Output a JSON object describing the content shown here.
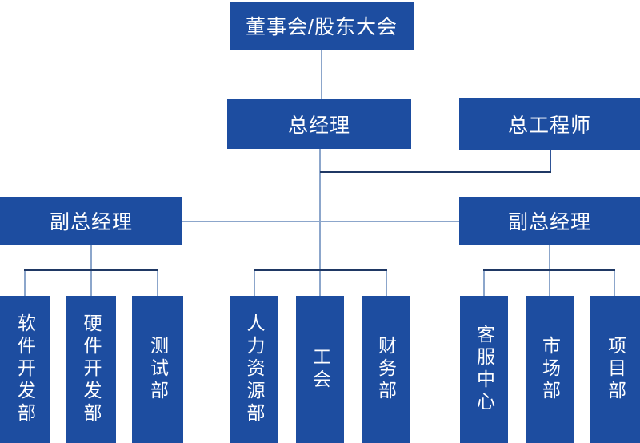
{
  "diagram": {
    "type": "org-chart",
    "colors": {
      "background": "#ffffff",
      "node_fill": "#1d4da0",
      "node_text": "#ffffff",
      "connector_light": "#8ca6cb",
      "connector_medium": "#2f5496",
      "connector_dark": "#1f3864"
    },
    "nodes": {
      "board": {
        "label": "董事会/股东大会"
      },
      "general_manager": {
        "label": "总经理"
      },
      "chief_engineer": {
        "label": "总工程师"
      },
      "vp_left": {
        "label": "副总经理"
      },
      "vp_right": {
        "label": "副总经理"
      },
      "software_dev": {
        "label": "软件开发部"
      },
      "hardware_dev": {
        "label": "硬件开发部"
      },
      "testing": {
        "label": "测试部"
      },
      "hr": {
        "label": "人力资源部"
      },
      "labor_union": {
        "label": "工会"
      },
      "finance": {
        "label": "财务部"
      },
      "customer_service": {
        "label": "客服中心"
      },
      "marketing": {
        "label": "市场部"
      },
      "project": {
        "label": "项目部"
      }
    }
  }
}
